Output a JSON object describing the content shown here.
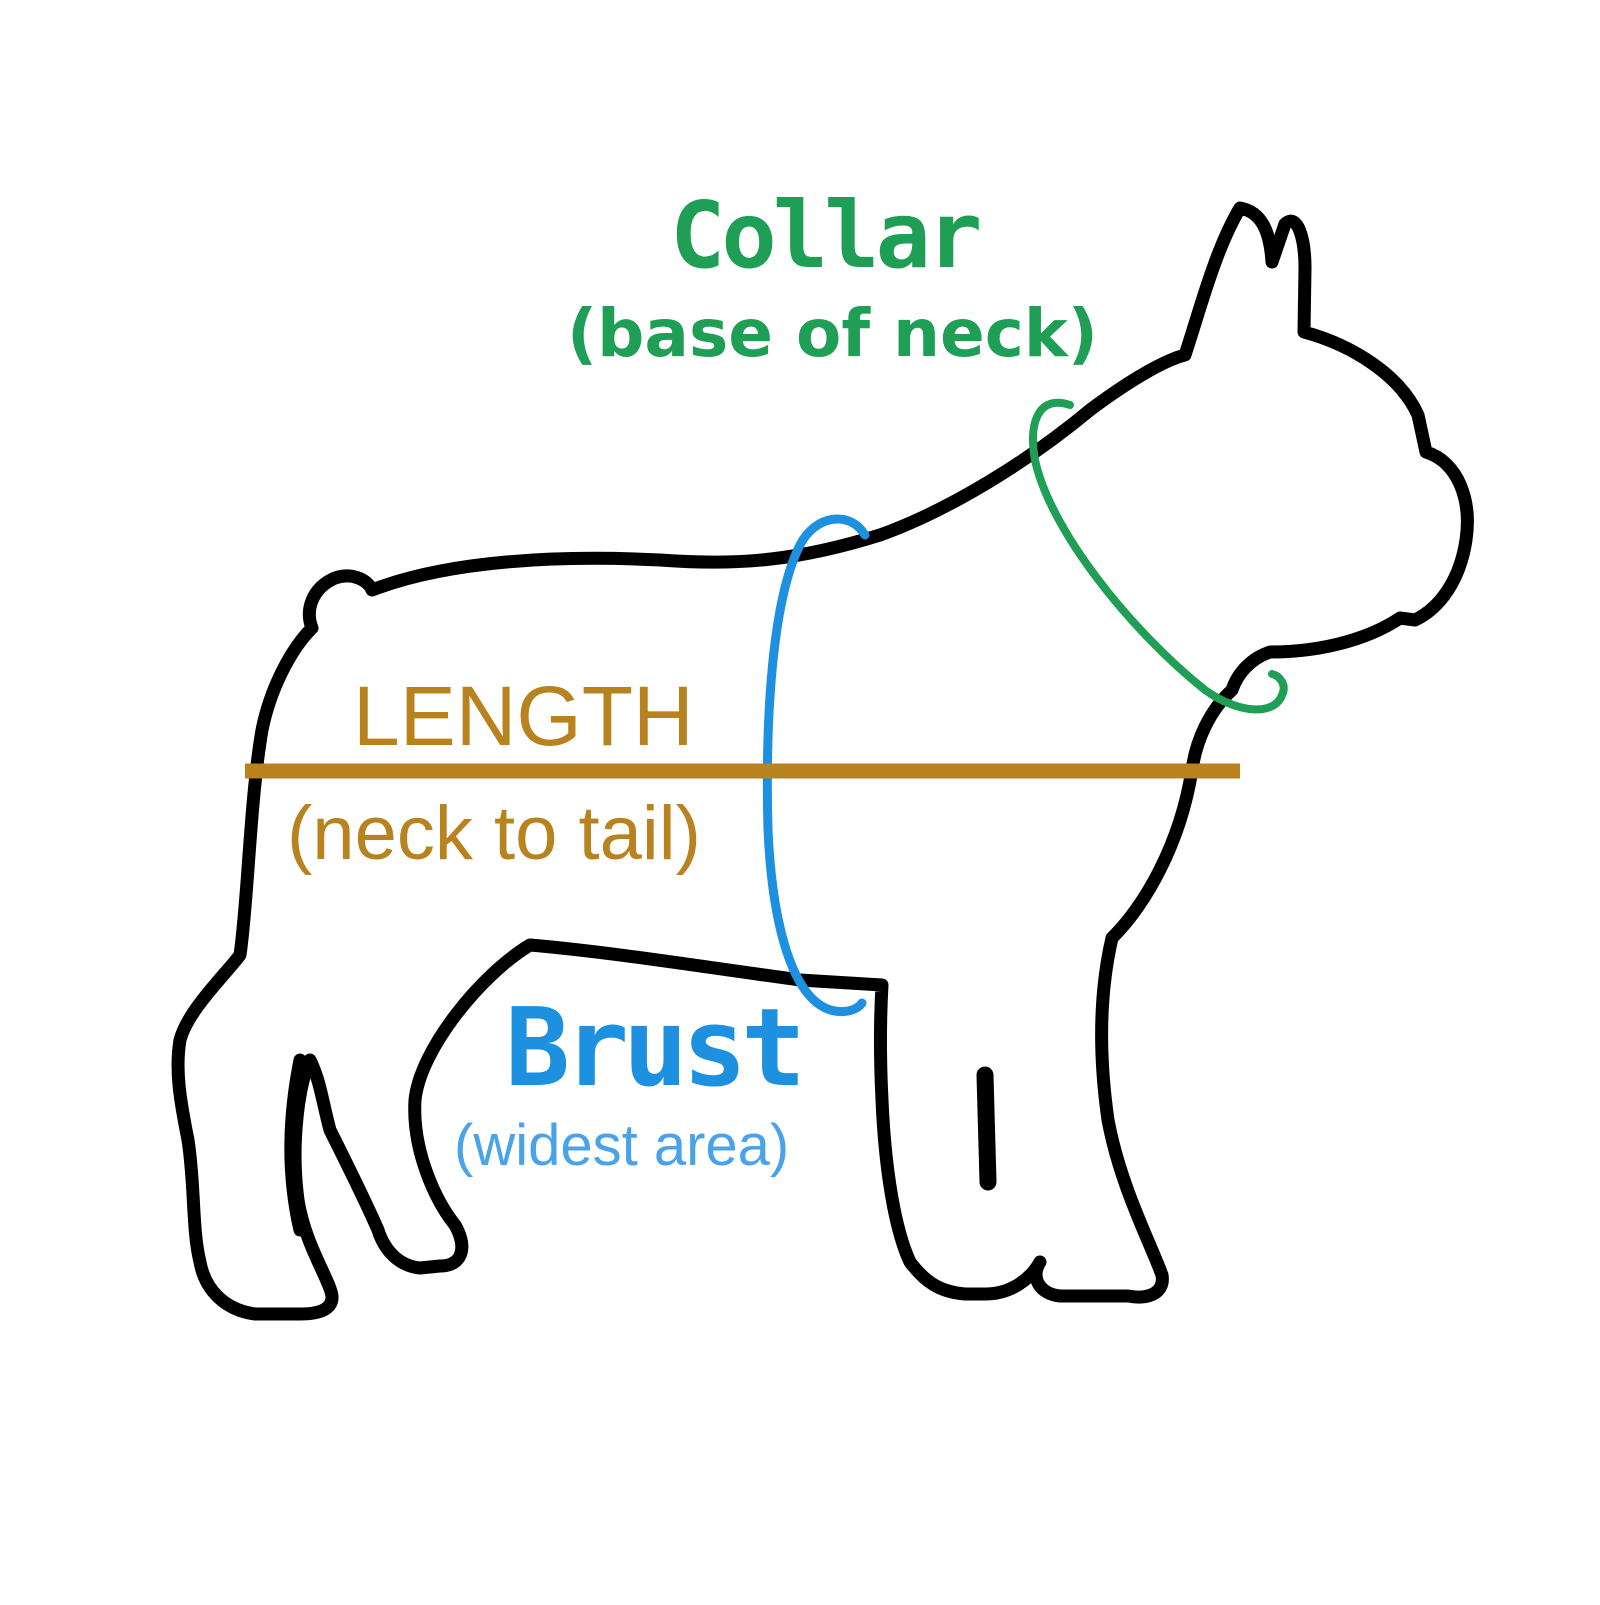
{
  "labels": {
    "collar": {
      "title": "Collar",
      "subtitle": "(base of neck)"
    },
    "length": {
      "title": "LENGTH",
      "subtitle": "(neck to tail)"
    },
    "brust": {
      "title": "Brust",
      "subtitle": "(widest area)"
    }
  },
  "colors": {
    "outline": "#000000",
    "collar": "#1f9e55",
    "length": "#b8821e",
    "brust": "#1e90e0",
    "background": "#ffffff"
  },
  "illustration": "dog-silhouette-outline"
}
